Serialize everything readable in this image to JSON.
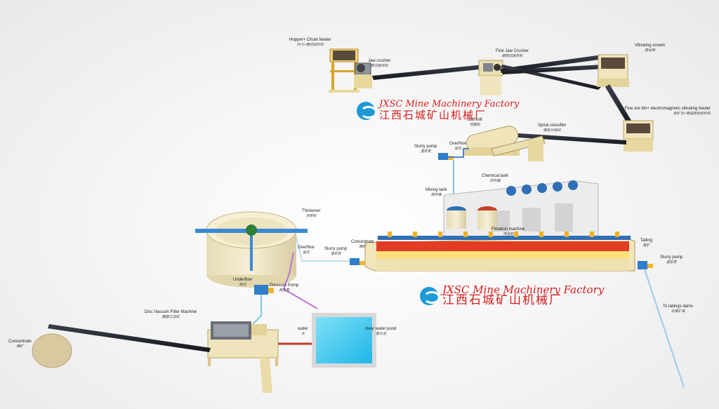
{
  "brand": {
    "en": "JXSC Mine Machinery Factory",
    "cn": "江西石城矿山机械厂",
    "colors": {
      "red": "#d71c1c",
      "blue": "#1e9ad6"
    }
  },
  "labels": {
    "hopper": {
      "en": "Hopper+ Chute feeder",
      "cn": "料斗+槽式给料机"
    },
    "jaw_coarse": {
      "en": "Jaw crusher",
      "cn": "颚式破碎机"
    },
    "jaw_fine": {
      "en": "Fine Jaw Crusher",
      "cn": "细颚式破碎机"
    },
    "screen": {
      "en": "Vibrating screen",
      "cn": "振动筛"
    },
    "fine_bin": {
      "en": "Fine ore bin+ electromagnetic vibrating feeder",
      "cn": "粉矿仓+电磁振动给料机"
    },
    "ball_mill": {
      "en": "Ball mill",
      "cn": "球磨机"
    },
    "spiral": {
      "en": "Spiral classifier",
      "cn": "螺旋分级机"
    },
    "slurry_pump_top": {
      "en": "Slurry pump",
      "cn": "渣浆泵"
    },
    "overflow_top": {
      "en": "Overflow",
      "cn": "溢流"
    },
    "chem_tank": {
      "en": "Chemical tank",
      "cn": "药剂桶"
    },
    "mixing_tank": {
      "en": "Mixing tank",
      "cn": "搅拌桶"
    },
    "flotation": {
      "en": "Flotation machine",
      "cn": "浮选机"
    },
    "concentrate_mid": {
      "en": "Concentrate",
      "cn": "精矿"
    },
    "tailing": {
      "en": "Tailing",
      "cn": "尾矿"
    },
    "slurry_pump_right": {
      "en": "Slurry pump",
      "cn": "渣浆泵"
    },
    "slurry_pump_mid": {
      "en": "Slurry pump",
      "cn": "渣浆泵"
    },
    "thickener": {
      "en": "Thickener",
      "cn": "浓密机"
    },
    "overflow_mid": {
      "en": "Overflow",
      "cn": "溢流"
    },
    "underflow": {
      "en": "Underflow",
      "cn": "底流"
    },
    "pressure_pump": {
      "en": "Pressure Pump",
      "cn": "高压泵"
    },
    "disc_filter": {
      "en": "Disc Vacuum Filter Machine",
      "cn": "圆盘过滤机"
    },
    "water": {
      "en": "water",
      "cn": "水"
    },
    "clear_pond": {
      "en": "clear water pond",
      "cn": "清水池"
    },
    "concentrate_pile": {
      "en": "Concentrate",
      "cn": "精矿"
    },
    "tailings_dams": {
      "en": "To tailings dams",
      "cn": "去尾矿库"
    }
  }
}
